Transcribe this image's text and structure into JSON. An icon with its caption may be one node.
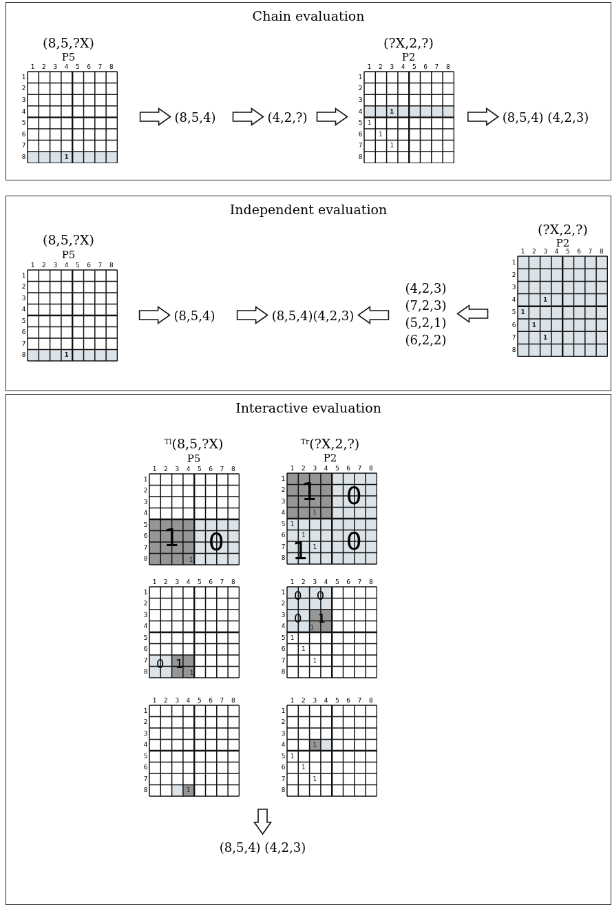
{
  "diagram": {
    "nodes": [
      {
        "text": [
          "Chain evaluation"
        ]
      },
      {
        "text": [
          "(8,5,?X)",
          "P5",
          "1",
          "2",
          "3",
          "4",
          "5",
          "6",
          "7",
          "8",
          "1",
          "2",
          "3",
          "4",
          "5",
          "6",
          "7",
          "8",
          "1"
        ],
        "in": 0
      },
      {
        "text": [
          "(8,5,4)"
        ],
        "in": 0
      },
      {
        "text": [
          "(4,2,?)"
        ],
        "in": 0
      },
      {
        "text": [
          "(?X,2,?)",
          "P2",
          "1",
          "2",
          "3",
          "4",
          "5",
          "6",
          "7",
          "8",
          "1",
          "2",
          "3",
          "4",
          "5",
          "6",
          "7",
          "8",
          "1",
          "1",
          "1",
          "1"
        ],
        "in": 0
      },
      {
        "text": [
          "(8,5,4) (4,2,3)"
        ],
        "in": 0
      },
      {
        "text": [
          "Independent evaluation"
        ]
      },
      {
        "text": [
          "(8,5,?X)",
          "P5",
          "1",
          "2",
          "3",
          "4",
          "5",
          "6",
          "7",
          "8",
          "1",
          "2",
          "3",
          "4",
          "5",
          "6",
          "7",
          "8",
          "1"
        ],
        "in": 6
      },
      {
        "text": [
          "(8,5,4)"
        ],
        "in": 6
      },
      {
        "text": [
          "(8,5,4)(4,2,3)"
        ],
        "in": 6
      },
      {
        "text": [
          "(4,2,3) (7,2,3) (5,2,1) (6,2,2)"
        ],
        "in": 6
      },
      {
        "text": [
          "(?X,2,?)",
          "P2",
          "1",
          "2",
          "3",
          "4",
          "5",
          "6",
          "7",
          "8",
          "1",
          "2",
          "3",
          "4",
          "5",
          "6",
          "7",
          "8",
          "1",
          "1",
          "1",
          "1"
        ],
        "in": 6
      },
      {
        "text": [
          "Interactive evaluation"
        ]
      },
      {
        "text": [
          "$^{Tl}$(8,5,?X)",
          "P5",
          "1",
          "2",
          "3",
          "4",
          "5",
          "6",
          "7",
          "8",
          "1",
          "2",
          "3",
          "4",
          "5",
          "6",
          "7",
          "8",
          "1",
          "0",
          "1"
        ],
        "in": 12
      },
      {
        "text": [
          "$^{Tr}$(?X,2,?)",
          "P2",
          "1",
          "2",
          "3",
          "4",
          "5",
          "6",
          "7",
          "8",
          "1",
          "2",
          "3",
          "4",
          "5",
          "6",
          "7",
          "8",
          "1",
          "0",
          "1",
          "1",
          "1",
          "1",
          "1",
          "0"
        ],
        "in": 12
      },
      {
        "text": [
          "1",
          "2",
          "3",
          "4",
          "5",
          "6",
          "7",
          "8",
          "1",
          "2",
          "3",
          "4",
          "5",
          "6",
          "7",
          "8",
          "0",
          "1",
          "1"
        ],
        "in": 12
      },
      {
        "text": [
          "1",
          "2",
          "3",
          "4",
          "5",
          "6",
          "7",
          "8",
          "1",
          "2",
          "3",
          "4",
          "5",
          "6",
          "7",
          "8",
          "0",
          "0",
          "0",
          "1",
          "1",
          "1",
          "1",
          "1"
        ],
        "in": 12
      },
      {
        "text": [
          "1",
          "2",
          "3",
          "4",
          "5",
          "6",
          "7",
          "8",
          "1",
          "2",
          "3",
          "4",
          "5",
          "6",
          "7",
          "8",
          "1"
        ],
        "in": 12
      },
      {
        "text": [
          "1",
          "2",
          "3",
          "4",
          "5",
          "6",
          "7",
          "8",
          "1",
          "2",
          "3",
          "4",
          "5",
          "6",
          "7",
          "8",
          "1",
          "1",
          "1",
          "1"
        ],
        "in": 12
      },
      {
        "text": [
          "(8,5,4) (4,2,3)"
        ],
        "in": 12
      }
    ],
    "edges": [
      {
        "from": 1,
        "to": 2,
        "arrow": "to"
      },
      {
        "from": 2,
        "to": 3,
        "arrow": "to"
      },
      {
        "from": 3,
        "to": 4,
        "arrow": "to"
      },
      {
        "from": 4,
        "to": 5,
        "arrow": "to"
      },
      {
        "from": 7,
        "to": 8,
        "arrow": "to"
      },
      {
        "from": 8,
        "to": 9,
        "arrow": "to"
      },
      {
        "from": 11,
        "to": 10,
        "arrow": "to"
      },
      {
        "from": 10,
        "to": 9,
        "arrow": "to"
      },
      {
        "from": null,
        "to": 19,
        "arrow": "to"
      }
    ]
  }
}
